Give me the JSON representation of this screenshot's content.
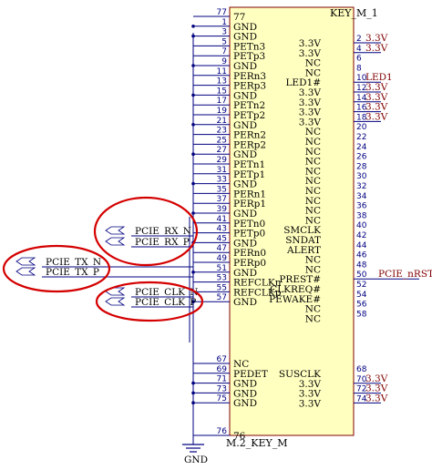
{
  "component": {
    "ref": "KEY_M_1",
    "value": "M.2_KEY_M",
    "ground_label": "GND",
    "colors": {
      "body_fill": "#ffffc0",
      "body_stroke": "#800000",
      "wire": "#000080",
      "net": "#800000",
      "annotation": "#d40000",
      "text": "#000000"
    }
  },
  "left_pins": [
    {
      "num": "77",
      "name": "77"
    },
    {
      "num": "1",
      "name": "GND"
    },
    {
      "num": "3",
      "name": "GND"
    },
    {
      "num": "5",
      "name": "PETn3"
    },
    {
      "num": "7",
      "name": "PETp3"
    },
    {
      "num": "9",
      "name": "GND"
    },
    {
      "num": "11",
      "name": "PERn3"
    },
    {
      "num": "13",
      "name": "PERp3"
    },
    {
      "num": "15",
      "name": "GND"
    },
    {
      "num": "17",
      "name": "PETn2"
    },
    {
      "num": "19",
      "name": "PETp2"
    },
    {
      "num": "21",
      "name": "GND"
    },
    {
      "num": "23",
      "name": "PERn2"
    },
    {
      "num": "25",
      "name": "PERp2"
    },
    {
      "num": "27",
      "name": "GND"
    },
    {
      "num": "29",
      "name": "PETn1"
    },
    {
      "num": "31",
      "name": "PETp1"
    },
    {
      "num": "33",
      "name": "GND"
    },
    {
      "num": "35",
      "name": "PERn1"
    },
    {
      "num": "37",
      "name": "PERp1"
    },
    {
      "num": "39",
      "name": "GND"
    },
    {
      "num": "41",
      "name": "PETn0"
    },
    {
      "num": "43",
      "name": "PETp0"
    },
    {
      "num": "45",
      "name": "GND"
    },
    {
      "num": "47",
      "name": "PERn0"
    },
    {
      "num": "49",
      "name": "PERp0"
    },
    {
      "num": "51",
      "name": "GND"
    },
    {
      "num": "53",
      "name": "REFCLKn"
    },
    {
      "num": "55",
      "name": "REFCLKp"
    },
    {
      "num": "57",
      "name": "GND"
    },
    {
      "num": "67",
      "name": "NC"
    },
    {
      "num": "69",
      "name": "PEDET"
    },
    {
      "num": "71",
      "name": "GND"
    },
    {
      "num": "73",
      "name": "GND"
    },
    {
      "num": "75",
      "name": "GND"
    },
    {
      "num": "76",
      "name": "76"
    }
  ],
  "right_pins": [
    {
      "num": "2",
      "name": "3.3V",
      "net": "3.3V"
    },
    {
      "num": "4",
      "name": "3.3V",
      "net": "3.3V"
    },
    {
      "num": "6",
      "name": "NC",
      "net": ""
    },
    {
      "num": "8",
      "name": "NC",
      "net": ""
    },
    {
      "num": "10",
      "name": "LED1#",
      "net": "LED1"
    },
    {
      "num": "12",
      "name": "3.3V",
      "net": "3.3V"
    },
    {
      "num": "14",
      "name": "3.3V",
      "net": "3.3V"
    },
    {
      "num": "16",
      "name": "3.3V",
      "net": "3.3V"
    },
    {
      "num": "18",
      "name": "3.3V",
      "net": "3.3V"
    },
    {
      "num": "20",
      "name": "NC",
      "net": ""
    },
    {
      "num": "22",
      "name": "NC",
      "net": ""
    },
    {
      "num": "24",
      "name": "NC",
      "net": ""
    },
    {
      "num": "26",
      "name": "NC",
      "net": ""
    },
    {
      "num": "28",
      "name": "NC",
      "net": ""
    },
    {
      "num": "30",
      "name": "NC",
      "net": ""
    },
    {
      "num": "32",
      "name": "NC",
      "net": ""
    },
    {
      "num": "34",
      "name": "NC",
      "net": ""
    },
    {
      "num": "36",
      "name": "NC",
      "net": ""
    },
    {
      "num": "38",
      "name": "NC",
      "net": ""
    },
    {
      "num": "40",
      "name": "SMCLK",
      "net": ""
    },
    {
      "num": "42",
      "name": "SNDAT",
      "net": ""
    },
    {
      "num": "44",
      "name": "ALERT",
      "net": ""
    },
    {
      "num": "46",
      "name": "NC",
      "net": ""
    },
    {
      "num": "48",
      "name": "NC",
      "net": ""
    },
    {
      "num": "50",
      "name": "PREST#",
      "net": "PCIE_nRST"
    },
    {
      "num": "52",
      "name": "CLKREQ#",
      "net": ""
    },
    {
      "num": "54",
      "name": "PEWAKE#",
      "net": ""
    },
    {
      "num": "56",
      "name": "NC",
      "net": ""
    },
    {
      "num": "58",
      "name": "NC",
      "net": ""
    },
    {
      "num": "68",
      "name": "SUSCLK",
      "net": ""
    },
    {
      "num": "70",
      "name": "3.3V",
      "net": "3.3V"
    },
    {
      "num": "72",
      "name": "3.3V",
      "net": "3.3V"
    },
    {
      "num": "74",
      "name": "3.3V",
      "net": "3.3V"
    }
  ],
  "port_labels": [
    "PCIE_RX_N",
    "PCIE_RX_P",
    "PCIE_TX_N",
    "PCIE_TX_P",
    "PCIE_CLK_N",
    "PCIE_CLK_P"
  ]
}
